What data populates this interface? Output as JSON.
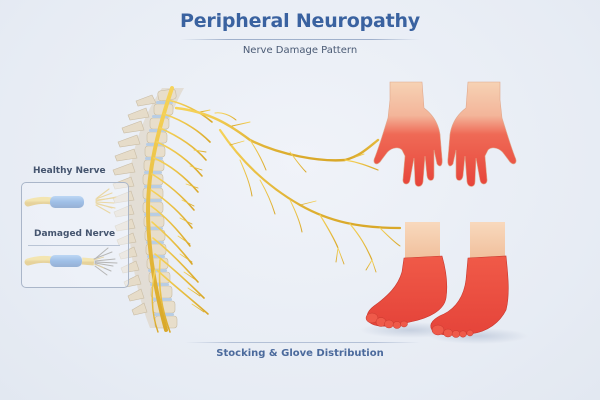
{
  "header": {
    "title": "Peripheral Neuropathy",
    "subtitle": "Nerve Damage Pattern"
  },
  "legend": {
    "healthy_label": "Healthy Nerve",
    "damaged_label": "Damaged Nerve"
  },
  "footer": {
    "caption": "Stocking & Glove Distribution"
  },
  "colors": {
    "background": "#e8edf5",
    "title": "#3a62a0",
    "nerve": "#e9bf3c",
    "myelin": "#3d7fd0",
    "affected_skin": "#ec4a3c",
    "skin": "#f4c9a6",
    "vertebra": "#e3d8c4",
    "disc": "#b9cde3"
  },
  "illustration": {
    "elements": [
      "spine",
      "spinal-cord",
      "peripheral-nerves",
      "hands",
      "feet",
      "nerve-cross-section-healthy",
      "nerve-cross-section-damaged"
    ]
  }
}
